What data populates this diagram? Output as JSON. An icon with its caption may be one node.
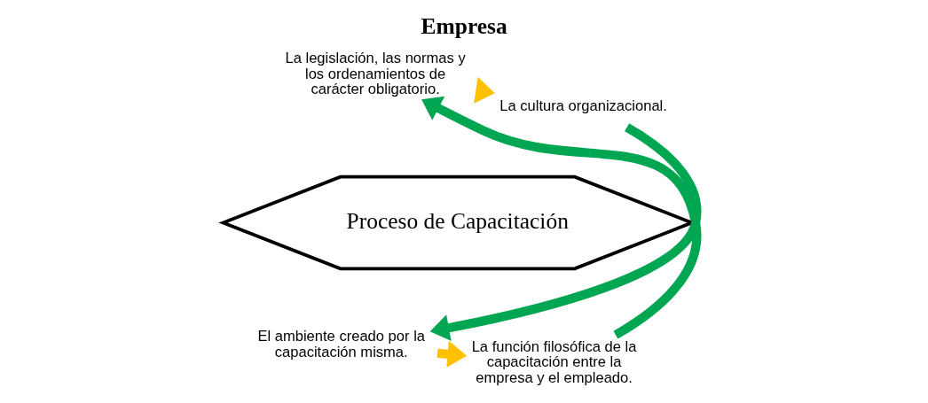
{
  "diagram": {
    "title": "Empresa",
    "nodes": [
      {
        "text": [
          "El ambiente creado por la capacitación misma."
        ]
      },
      {
        "text": [
          "La función filosófica de la capacitación entre la empresa y el empleado."
        ]
      },
      {
        "text": [
          "Proceso de Capacitación"
        ]
      },
      {
        "text": [
          "La legislación, las normas y los ordenamientos de carácter obligatorio."
        ]
      },
      {
        "text": [
          "La cultura organizacional."
        ]
      }
    ],
    "edges": [
      {
        "from": 0,
        "to": 1,
        "arrow": "to",
        "color": "#ffc000"
      },
      {
        "from": 1,
        "to": 3,
        "arrow": "to",
        "color": "#00a651"
      },
      {
        "from": 3,
        "to": 4,
        "arrow": "to",
        "color": "#ffc000"
      },
      {
        "from": 4,
        "to": 0,
        "arrow": "to",
        "color": "#00a651"
      }
    ]
  }
}
